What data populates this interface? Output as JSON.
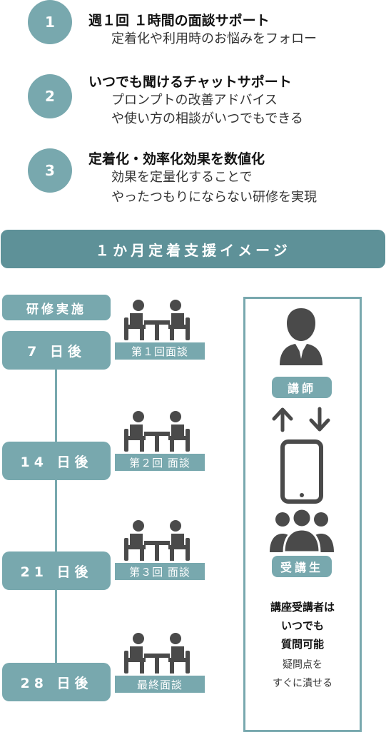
{
  "features": [
    {
      "num": "1",
      "title": "週１回 １時間の面談サポート",
      "desc": [
        "定着化や利用時のお悩みをフォロー"
      ]
    },
    {
      "num": "2",
      "title": "いつでも聞けるチャットサポート",
      "desc": [
        "プロンプトの改善アドバイス",
        "や使い方の相談がいつでもできる"
      ]
    },
    {
      "num": "3",
      "title": "定着化・効率化効果を数値化",
      "desc": [
        "効果を定量化することで",
        "やったつもりにならない研修を実現"
      ]
    }
  ],
  "banner": "１か月定着支援イメージ",
  "timeline": {
    "start": "研修実施",
    "steps": [
      {
        "day": "7 日後",
        "meeting": "第１回面談"
      },
      {
        "day": "14 日後",
        "meeting": "第２回 面談"
      },
      {
        "day": "21 日後",
        "meeting": "第３回 面談"
      },
      {
        "day": "28 日後",
        "meeting": "最終面談"
      }
    ]
  },
  "side": {
    "instructor": "講師",
    "students": "受講生",
    "headline": [
      "講座受講者は",
      "いつでも",
      "質問可能"
    ],
    "note": [
      "疑問点を",
      "すぐに潰せる"
    ]
  },
  "colors": {
    "accent": "#78a8ae",
    "banner": "#5e9198",
    "icon": "#4a4a4a"
  },
  "icons": [
    "meeting-icon",
    "instructor-icon",
    "arrow-up-icon",
    "arrow-down-icon",
    "smartphone-icon",
    "students-icon"
  ]
}
